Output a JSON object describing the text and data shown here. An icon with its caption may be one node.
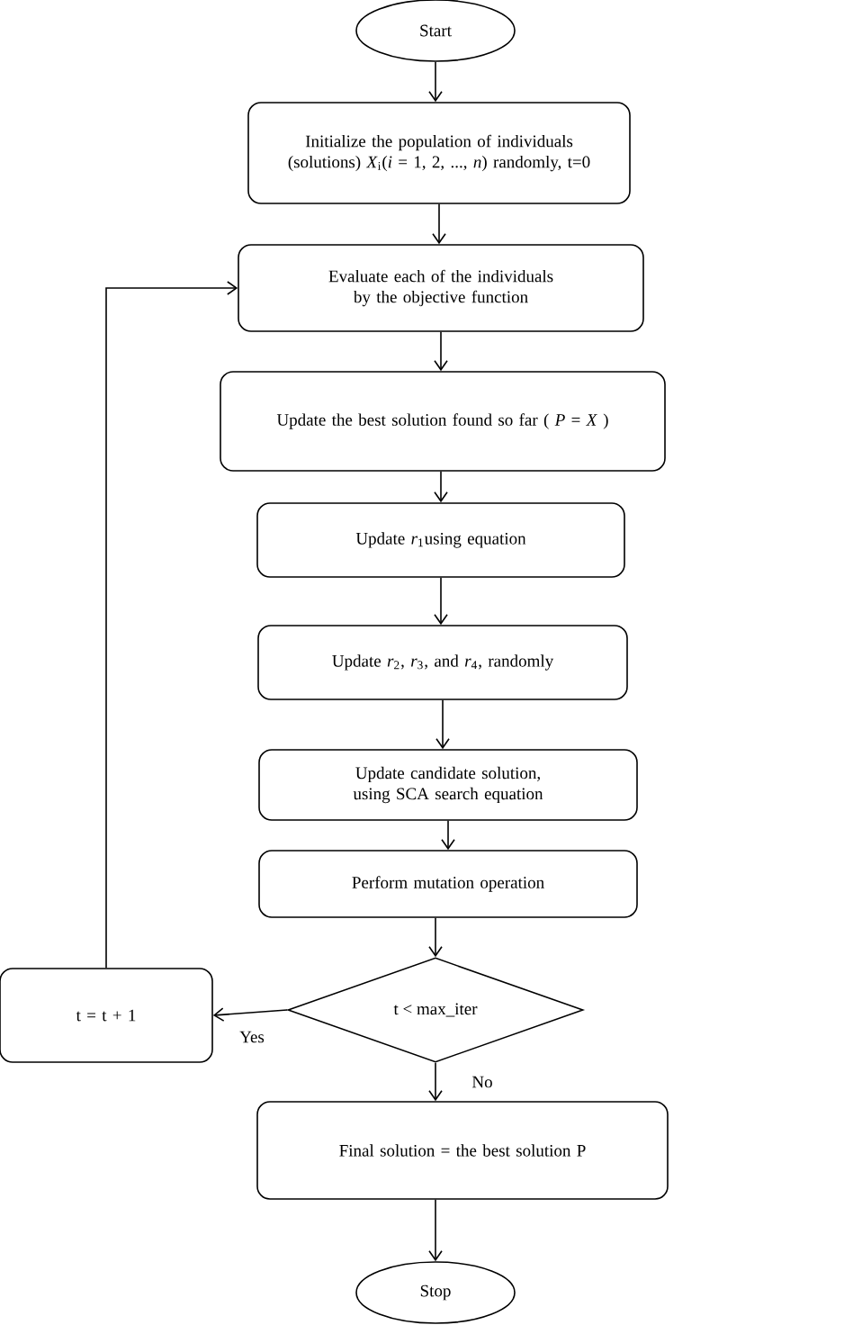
{
  "diagram": {
    "nodes": [
      {
        "text": [
          "Start"
        ]
      },
      {
        "text": [
          "Initialize the population of individuals (solutions) *X*$_{i}$(*i* = 1, 2, ..., *n*) randomly, t=0"
        ]
      },
      {
        "text": [
          "Evaluate each of the individuals by the objective function"
        ]
      },
      {
        "text": [
          "Update the best solution found so far ( *P* = *X* )"
        ]
      },
      {
        "text": [
          "Update *r*$_{1}$using equation"
        ]
      },
      {
        "text": [
          "Update *r*$_{2}$, *r*$_{3}$, and *r*$_{4}$, randomly"
        ]
      },
      {
        "text": [
          "Update candidate solution, using SCA search equation"
        ]
      },
      {
        "text": [
          "Perform mutation operation"
        ]
      },
      {
        "text": [
          "t < max_iter"
        ]
      },
      {
        "text": [
          "t = t + 1"
        ]
      },
      {
        "text": [
          "Final solution = the best solution P"
        ]
      },
      {
        "text": [
          "Stop"
        ]
      }
    ],
    "edges": [
      {
        "from": 0,
        "to": 1,
        "arrow": "to"
      },
      {
        "from": 1,
        "to": 2,
        "arrow": "to"
      },
      {
        "from": 2,
        "to": 3,
        "arrow": "to"
      },
      {
        "from": 3,
        "to": 4,
        "arrow": "to"
      },
      {
        "from": 4,
        "to": 5,
        "arrow": "to"
      },
      {
        "from": 5,
        "to": 6,
        "arrow": "to"
      },
      {
        "from": 6,
        "to": 7,
        "arrow": "to"
      },
      {
        "from": 7,
        "to": 8,
        "arrow": "to"
      },
      {
        "from": 8,
        "to": 9,
        "arrow": "to",
        "label": "Yes"
      },
      {
        "from": 8,
        "to": 10,
        "arrow": "to",
        "label": "No"
      },
      {
        "from": 10,
        "to": 11,
        "arrow": "to"
      },
      {
        "from": 9,
        "to": 2,
        "arrow": "to"
      }
    ]
  }
}
